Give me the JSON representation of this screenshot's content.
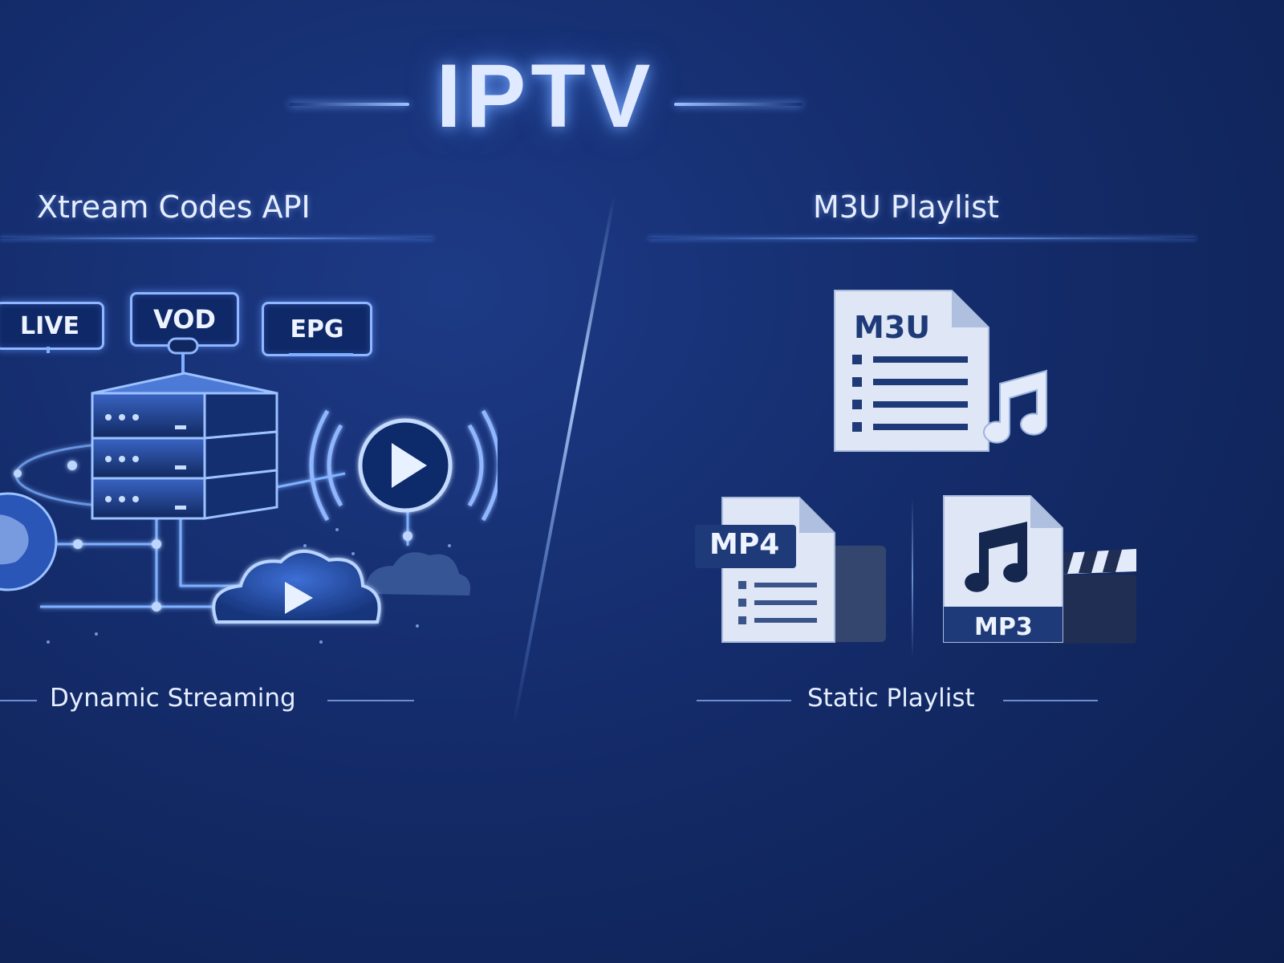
{
  "title": "IPTV",
  "left": {
    "heading": "Xtream Codes API",
    "badges": [
      "LIVE",
      "VOD",
      "EPG"
    ],
    "caption": "Dynamic Streaming"
  },
  "right": {
    "heading": "M3U Playlist",
    "files": [
      "M3U",
      "MP4",
      "MP3"
    ],
    "caption": "Static Playlist"
  },
  "colors": {
    "background": "#142c6b",
    "glow": "#6fa3ff",
    "document": "#dfe6f5"
  },
  "icons": [
    "server-icon",
    "play-icon",
    "cloud-icon",
    "globe-icon",
    "music-note-icon",
    "film-strip-icon",
    "clapperboard-icon"
  ]
}
